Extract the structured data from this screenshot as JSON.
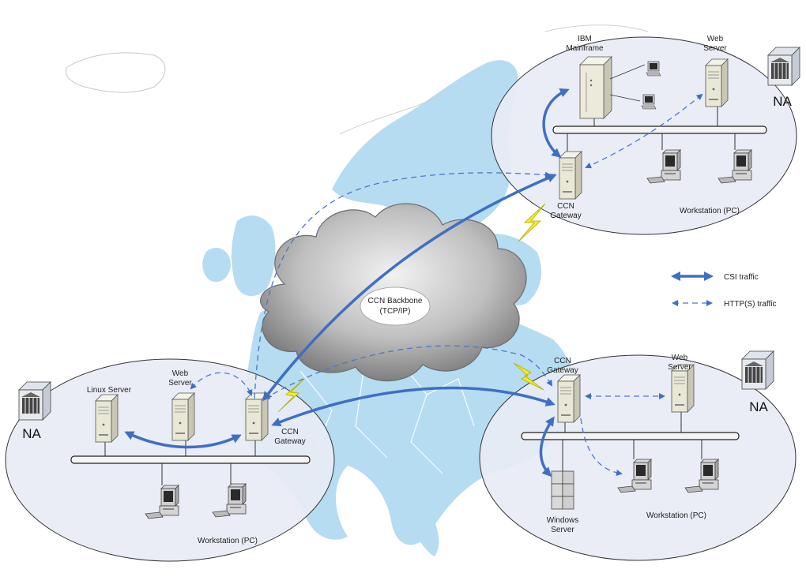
{
  "cloud": {
    "line1": "CCN Backbone",
    "line2": "(TCP/IP)"
  },
  "legend": {
    "csi": "CSI traffic",
    "http": "HTTP(S) traffic"
  },
  "site_ne": {
    "mainframe_l1": "IBM",
    "mainframe_l2": "Mainframe",
    "web_l1": "Web",
    "web_l2": "Server",
    "gw_l1": "CCN",
    "gw_l2": "Gateway",
    "ws": "Workstation (PC)",
    "na": "NA"
  },
  "site_w": {
    "linux": "Linux Server",
    "web_l1": "Web",
    "web_l2": "Server",
    "gw_l1": "CCN",
    "gw_l2": "Gateway",
    "ws": "Workstation (PC)",
    "na": "NA"
  },
  "site_se": {
    "gw_l1": "CCN",
    "gw_l2": "Gateway",
    "web_l1": "Web",
    "web_l2": "Server",
    "win_l1": "Windows",
    "win_l2": "Server",
    "ws": "Workstation (PC)",
    "na": "NA"
  },
  "colors": {
    "csi": "#3f6fc4",
    "http": "#4a78c8",
    "map": "#b5dcf1",
    "site": "#e8ebf5",
    "bolt": "#f2ee1f"
  }
}
